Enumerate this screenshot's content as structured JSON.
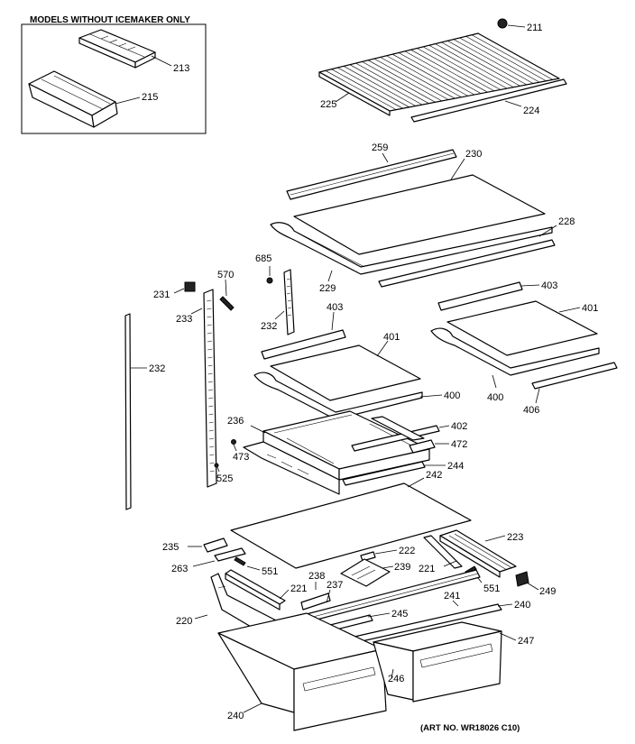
{
  "inset": {
    "title": "MODELS WITHOUT ICEMAKER ONLY"
  },
  "art_number": "(ART NO. WR18026 C10)",
  "parts": {
    "p211": "211",
    "p225": "225",
    "p224": "224",
    "p213": "213",
    "p215": "215",
    "p259": "259",
    "p230": "230",
    "p228": "228",
    "p229": "229",
    "p685": "685",
    "p570": "570",
    "p231": "231",
    "p233": "233",
    "p232a": "232",
    "p232b": "232",
    "p403a": "403",
    "p403b": "403",
    "p401a": "401",
    "p401b": "401",
    "p400a": "400",
    "p400b": "400",
    "p406": "406",
    "p236": "236",
    "p402": "402",
    "p472": "472",
    "p473": "473",
    "p525": "525",
    "p244": "244",
    "p242": "242",
    "p235": "235",
    "p263": "263",
    "p551a": "551",
    "p551b": "551",
    "p222": "222",
    "p223": "223",
    "p239": "239",
    "p221a": "221",
    "p221b": "221",
    "p238": "238",
    "p237": "237",
    "p249": "249",
    "p220": "220",
    "p241": "241",
    "p240a": "240",
    "p240b": "240",
    "p245": "245",
    "p247": "247",
    "p246": "246"
  }
}
